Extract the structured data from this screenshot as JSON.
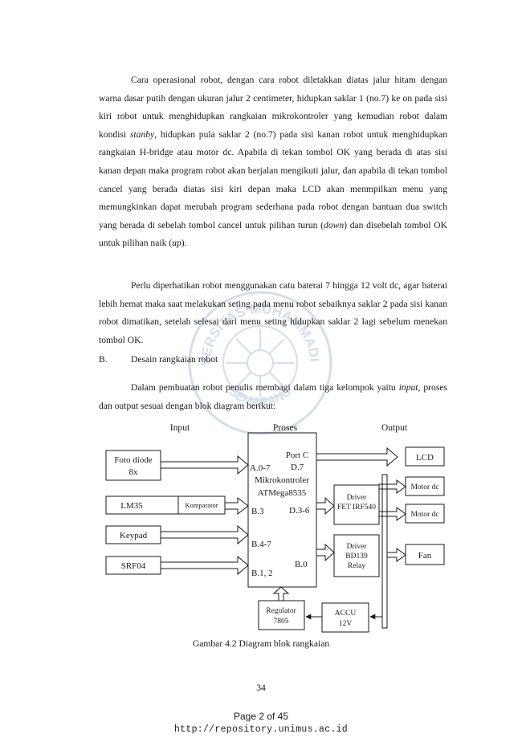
{
  "paragraphs": {
    "p1": {
      "s1": "Cara operasional robot, dengan cara robot diletakkan diatas jalur hitam dengan warna dasar putih dengan ukuran jalur 2 centimeter, hidupkan saklar 1 (no.7) ke on pada sisi kiri robot untuk menghidupkan rangkaian mikrokontroler yang kemudian robot dalam kondisi ",
      "e1": "stanby",
      "s2": ", hidupkan pula saklar 2 (no.7) pada sisi kanan robot untuk menghidupkan rangkaian H-bridge atau motor dc. Apabila di tekan tombol OK yang berada di atas sisi kanan depan maka program robot akan berjalan mengikuti jalur, dan apabila di tekan tombol cancel yang berada diatas sisi kiri depan maka LCD akan menmpilkan menu yang memungkinkan dapat merubah program sederhana pada robot dengan bantuan dua switch yang berada di sebelah tombol cancel untuk pilihan turun (",
      "e2": "down",
      "s3": ") dan disebelah tombol OK untuk pilihan naik (",
      "e3": "up",
      "s4": ")."
    },
    "p2": "Perlu diperhatikan robot menggunakan catu baterai 7 hingga 12 volt dc, agar baterai lebih hemat maka saat melakukan seting pada menu robot sebaiknya saklar 2 pada sisi kanan robot dimatikan, setelah selesai dari menu seting hidupkan saklar 2 lagi sebelum menekan tombol OK.",
    "p3": {
      "e1": "input",
      "s1": ", proses dan output sesuai dengan blok diagram berikut:",
      "s0": "Dalam pembuatan robot penulis membagi dalam tiga kelompok yaitu "
    }
  },
  "section": {
    "label": "B.",
    "title": "Desain rangkaian robot"
  },
  "diagram": {
    "heading_input": "Input",
    "heading_proses": "Proses",
    "heading_output": "Output",
    "foto_diode_1": "Foto diode",
    "foto_diode_2": "8x",
    "lm35": "LM35",
    "komparator": "Komparator",
    "keypad": "Keypad",
    "srf04": "SRF04",
    "port_c": "Port C",
    "a07": "A.0-7",
    "d7": "D.7",
    "mcu_1": "Mikrokontroler",
    "mcu_2": "ATMega8535",
    "b3": "B.3",
    "d36": "D.3-6",
    "b47": "B.4-7",
    "b0": "B.0",
    "b12": "B.1, 2",
    "driver_fet_1": "Driver",
    "driver_fet_2": "FET IRF540",
    "driver_bd_1": "Driver",
    "driver_bd_2": "BD139",
    "driver_bd_3": "Relay",
    "lcd": "LCD",
    "motor1": "Motor dc",
    "motor2": "Motor dc",
    "fan": "Fan",
    "regulator_1": "Regulator",
    "regulator_2": "7805",
    "accu_1": "ACCU",
    "accu_2": "12V"
  },
  "caption": "Gambar 4.2 Diagram blok rangkaian",
  "page_number": "34",
  "footer": {
    "pager": "Page 2 of 45",
    "url": "http://repository.unimus.ac.id"
  },
  "watermark": {
    "top_text": "UNIVERSITAS MUHAMMADIYAH",
    "bottom_text": "SEMARANG",
    "color": "#3a6fb0"
  }
}
